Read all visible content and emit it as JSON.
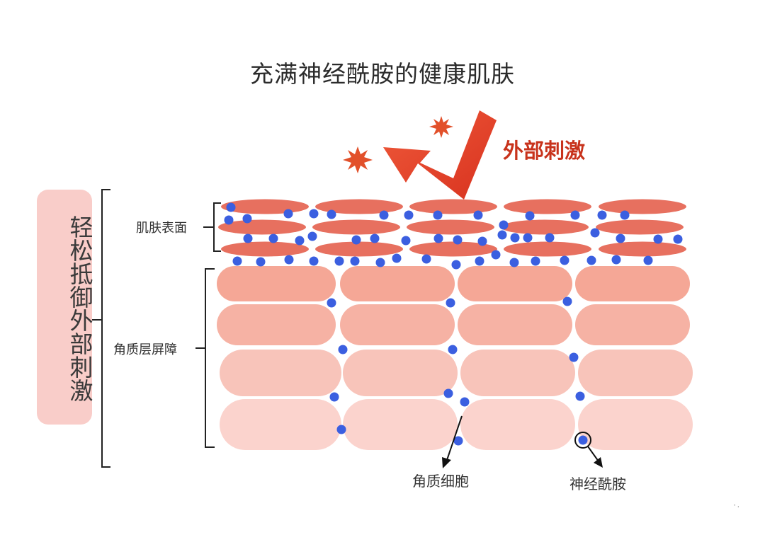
{
  "title": "充满神经酰胺的健康肌肤",
  "stimulus_label": "外部刺激",
  "side_label": "轻松抵御外部刺激",
  "labels": {
    "skin_surface": "肌肤表面",
    "barrier": "角质层屏障",
    "keratinocyte": "角质细胞",
    "ceramide": "神经酰胺"
  },
  "corner_mark": "۰.",
  "colors": {
    "arrow": "#e5432b",
    "burst": "#e2502a",
    "surface_cell": "#e7705f",
    "dot": "#3b5fe0",
    "cell_top": "#f4a596",
    "cell_bottom": "#fbd9d4",
    "side_box": "#f9cdc9"
  }
}
